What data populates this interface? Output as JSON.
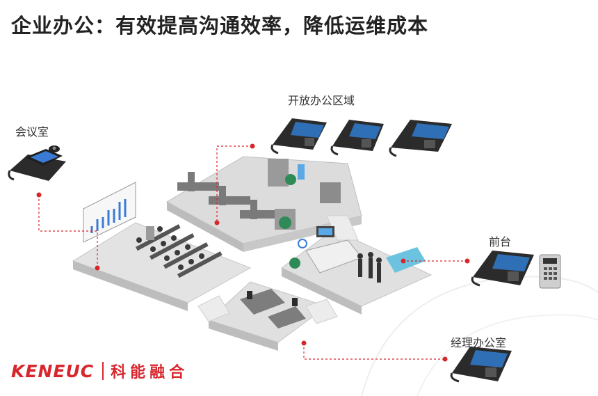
{
  "header": {
    "title": "企业办公：有效提高沟通效率，降低运维成本"
  },
  "zones": {
    "meeting_room": "会议室",
    "open_office": "开放办公区域",
    "reception": "前台",
    "manager_office": "经理办公室"
  },
  "brand": {
    "name_en": "KENEUC",
    "name_cn": "科能融合"
  },
  "colors": {
    "accent": "#d8262d",
    "floor": "#d9d9d9",
    "phone": "#2b2b2b"
  },
  "icons": [
    "ip-phone-icon",
    "video-phone-icon",
    "door-intercom-icon",
    "office-floorplan"
  ]
}
